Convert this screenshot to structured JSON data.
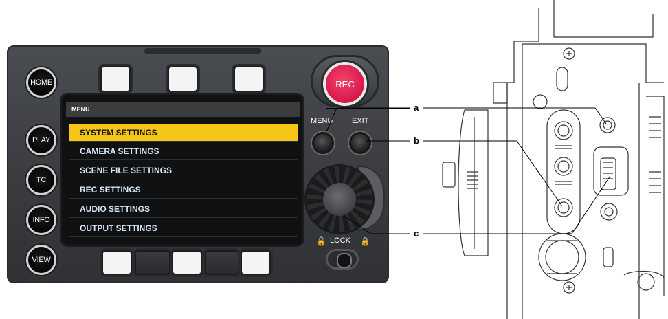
{
  "panel": {
    "left_buttons": [
      "HOME",
      "PLAY",
      "TC",
      "INFO",
      "VIEW"
    ],
    "rec_label": "REC",
    "menu_label": "MENU",
    "exit_label": "EXIT",
    "lock_label": "LOCK",
    "lcd": {
      "title": "MENU",
      "items": [
        {
          "label": "SYSTEM SETTINGS",
          "selected": true
        },
        {
          "label": "CAMERA SETTINGS",
          "selected": false
        },
        {
          "label": "SCENE FILE SETTINGS",
          "selected": false
        },
        {
          "label": "REC SETTINGS",
          "selected": false
        },
        {
          "label": "AUDIO SETTINGS",
          "selected": false
        },
        {
          "label": "OUTPUT SETTINGS",
          "selected": false
        }
      ]
    }
  },
  "callouts": [
    "a",
    "b",
    "c"
  ],
  "colors": {
    "rec": "#d8184a",
    "selected": "#f5c518",
    "panel": "#3a3c40",
    "menu_text": "#d7e6f5"
  }
}
